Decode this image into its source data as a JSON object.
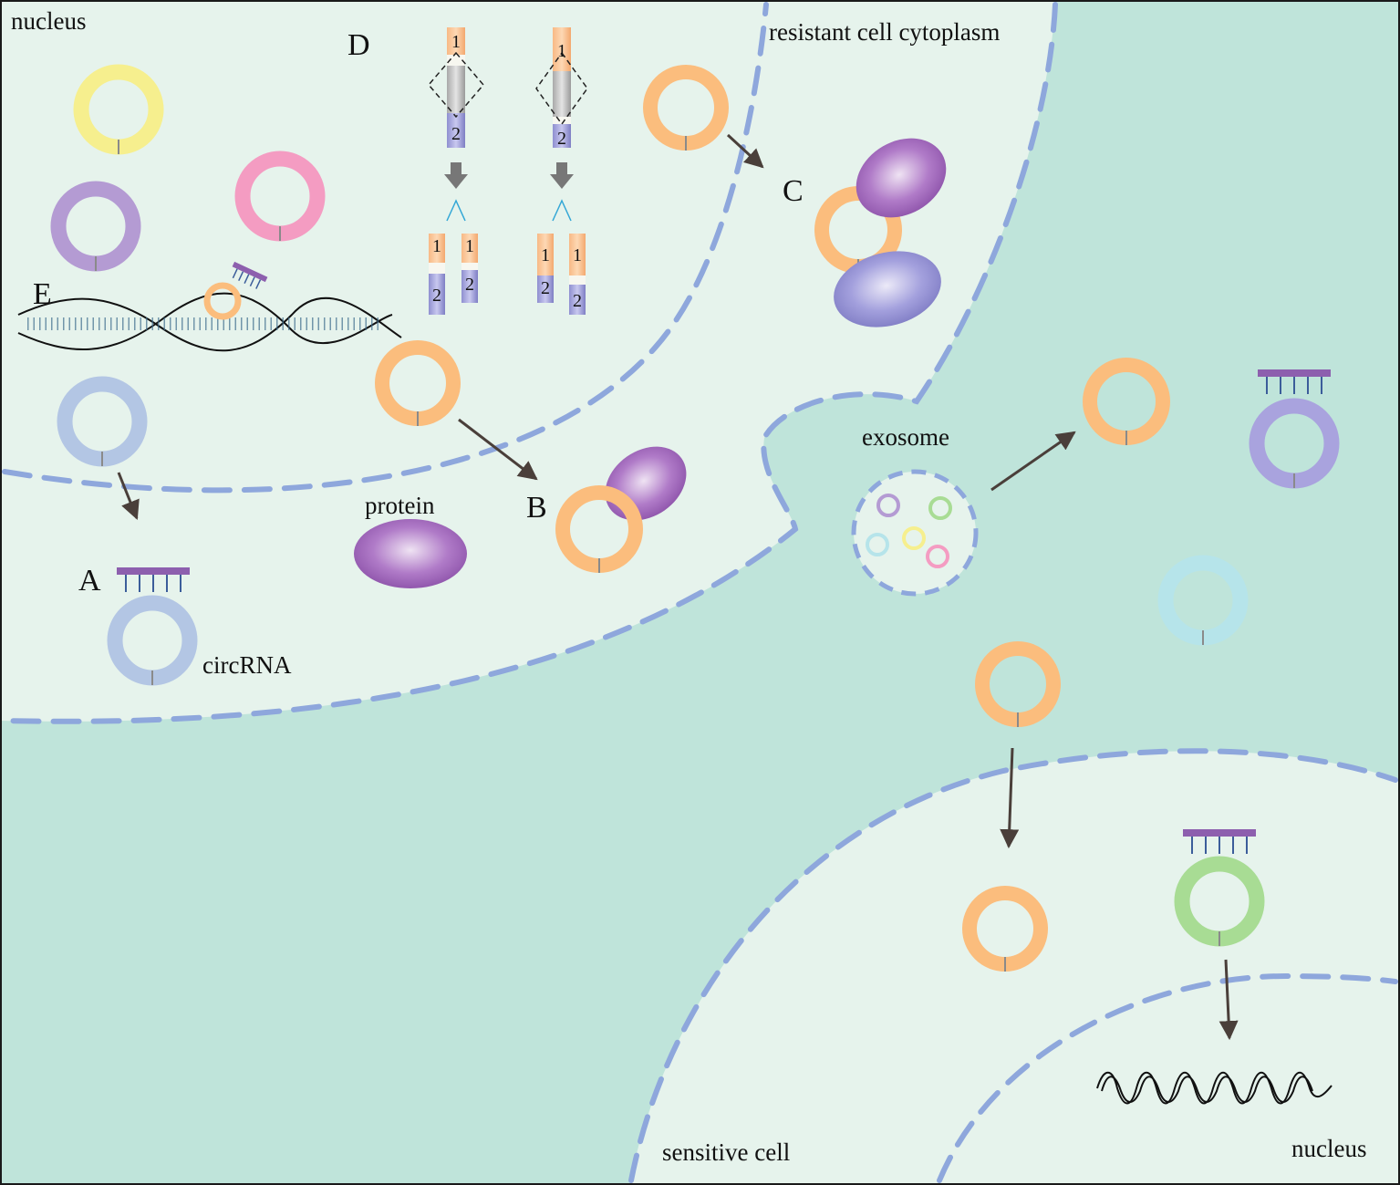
{
  "labels": {
    "nucleus_top": "nucleus",
    "cytoplasm": "resistant cell cytoplasm",
    "exosome": "exosome",
    "protein": "protein",
    "circrna": "circRNA",
    "sensitive_cell": "sensitive cell",
    "nucleus_bottom": "nucleus",
    "letters": {
      "a": "A",
      "b": "B",
      "c": "C",
      "d": "D",
      "e": "E"
    },
    "segments": {
      "one": "1",
      "two": "2"
    }
  },
  "colors": {
    "background_extracellular": "#bfe4da",
    "cell_fill": "#e6f3ec",
    "membrane": "#8ea7dc",
    "circ_orange": "#fbbd7d",
    "circ_yellow": "#f6ef8e",
    "circ_purple": "#b49bd3",
    "circ_pink": "#f49cc2",
    "circ_blue_gray": "#b3c6e4",
    "circ_lavender": "#a9a3de",
    "circ_cyan": "#b6e4ea",
    "circ_green": "#a8dc94",
    "protein_purple": "#a56bbf",
    "protein_lavender": "#9b98d8",
    "mirna_bar": "#8d5fae",
    "arrow": "#4a3f3a"
  }
}
